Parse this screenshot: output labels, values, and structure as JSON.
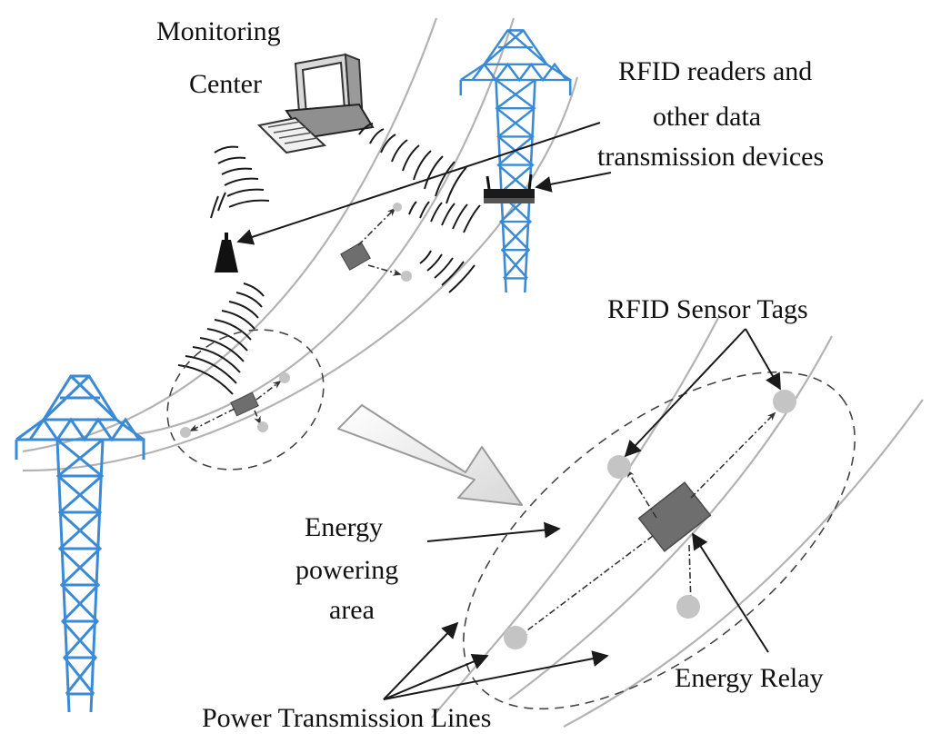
{
  "labels": {
    "monitoring_center_line1": "Monitoring",
    "monitoring_center_line2": "Center",
    "rfid_readers_line1": "RFID readers and",
    "rfid_readers_line2": "other data",
    "rfid_readers_line3": "transmission devices",
    "rfid_sensor_tags": "RFID Sensor Tags",
    "energy_area_line1": "Energy",
    "energy_area_line2": "powering",
    "energy_area_line3": "area",
    "energy_relay": "Energy Relay",
    "power_lines": "Power Transmission Lines"
  },
  "colors": {
    "tower": "#3a8ad6",
    "wire": "#b3b3b3",
    "tag": "#c4c4c4",
    "relay": "#6e6e6e"
  },
  "icons": [
    "computer-icon",
    "antenna-icon",
    "router-icon",
    "transmission-tower-icon",
    "wave-icon",
    "sensor-tag-icon",
    "energy-relay-icon",
    "zoom-arrow-icon"
  ]
}
